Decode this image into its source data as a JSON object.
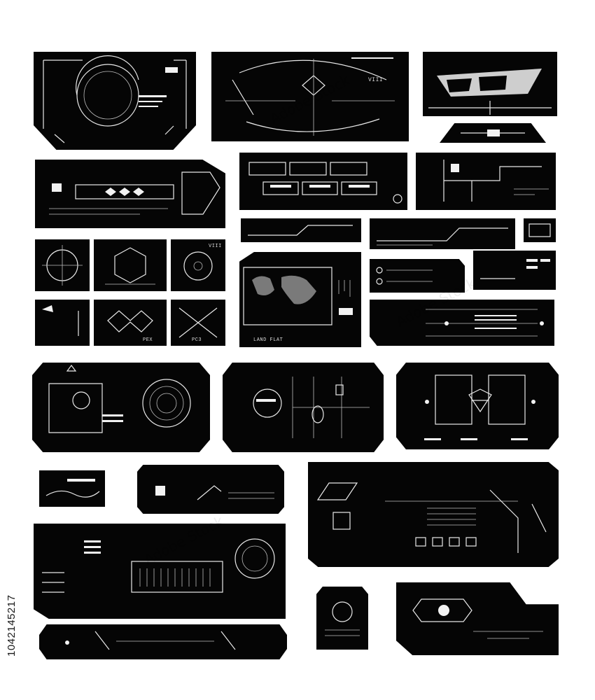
{
  "image_id_label": "1042145217",
  "watermark_text": "Adobe Stock",
  "panel_labels": {
    "p2_tag": "VIII",
    "p9_tag": "VIII",
    "p12_tag": "PEX",
    "p13_tag": "PC3",
    "p14_tag": "LAND FLAT"
  },
  "colors": {
    "panel": "#050505",
    "line": "#e8e8e8",
    "background": "#ffffff"
  }
}
